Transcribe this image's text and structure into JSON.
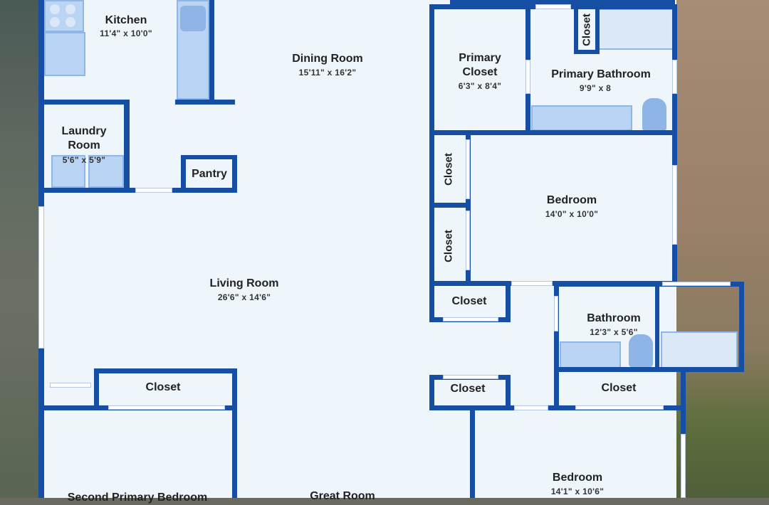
{
  "rooms": {
    "kitchen": {
      "name": "Kitchen",
      "dim": "11'4\" x 10'0\""
    },
    "dining": {
      "name": "Dining Room",
      "dim": "15'11\" x 16'2\""
    },
    "primary_closet": {
      "name_line1": "Primary",
      "name_line2": "Closet",
      "dim": "6'3\" x 8'4\""
    },
    "primary_bathroom": {
      "name": "Primary Bathroom",
      "dim": "9'9\" x 8"
    },
    "laundry": {
      "name_line1": "Laundry",
      "name_line2": "Room",
      "dim": "5'6\" x 5'9\""
    },
    "pantry": {
      "name": "Pantry"
    },
    "bedroom_1": {
      "name": "Bedroom",
      "dim": "14'0\" x 10'0\""
    },
    "living": {
      "name": "Living Room",
      "dim": "26'6\" x 14'6\""
    },
    "bathroom": {
      "name": "Bathroom",
      "dim": "12'3\" x 5'6\""
    },
    "bedroom_2": {
      "name": "Bedroom",
      "dim": "14'1\" x 10'6\""
    },
    "second_primary": {
      "name": "Second Primary Bedroom"
    },
    "great_room": {
      "name": "Great Room"
    }
  },
  "closets": {
    "primary_bath_closet": "Closet",
    "bedroom1_closet_upper": "Closet",
    "bedroom1_closet_lower": "Closet",
    "hall_closet": "Closet",
    "second_primary_closet": "Closet",
    "hall_closet_lower": "Closet",
    "bedroom2_closet": "Closet"
  },
  "colors": {
    "wall": "#164ea4",
    "floor": "#eef6fc",
    "fixture": "#b9d5f3"
  }
}
